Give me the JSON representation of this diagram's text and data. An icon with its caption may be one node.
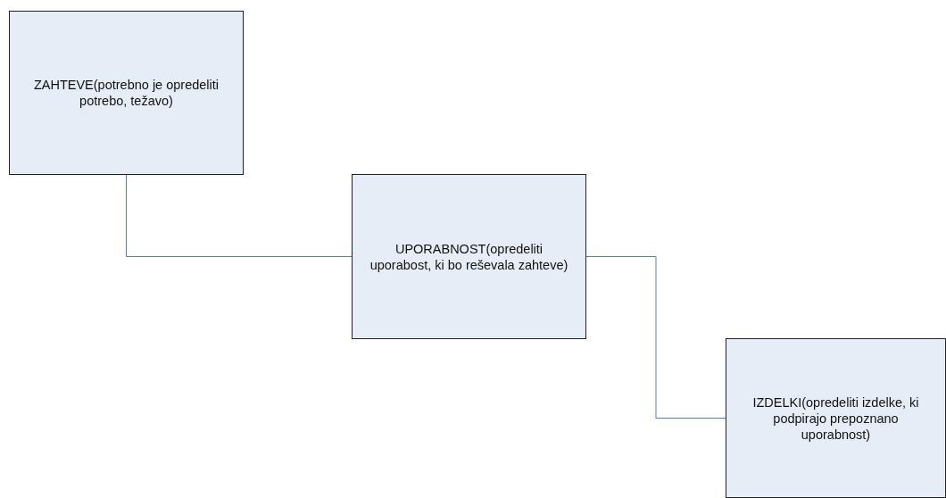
{
  "diagram": {
    "nodes": [
      {
        "text": [
          "ZAHTEVE(potrebno je opredeliti potrebo, težavo)"
        ]
      },
      {
        "text": [
          "UPORABNOST(opredeliti uporabost, ki bo reševala zahteve)"
        ]
      },
      {
        "text": [
          "IZDELKI(opredeliti izdelke, ki podpirajo prepoznano uporabnost)"
        ]
      }
    ],
    "edges": [
      {
        "from": 0,
        "to": 1,
        "arrow": "none"
      },
      {
        "from": 1,
        "to": 2,
        "arrow": "none"
      }
    ]
  }
}
